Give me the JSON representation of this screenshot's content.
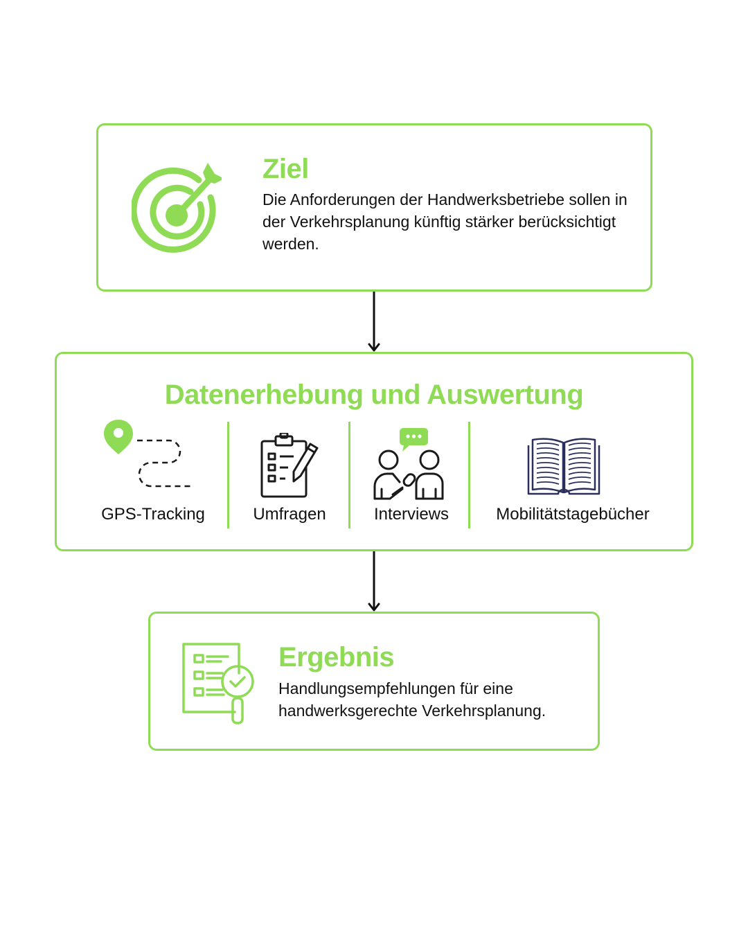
{
  "ziel": {
    "title": "Ziel",
    "text": "Die Anforderungen der Handwerksbetriebe sollen in der Verkehrsplanung künftig stärker berücksichtigt werden.",
    "icon": "target-icon"
  },
  "datenerhebung": {
    "title": "Datenerhebung und Auswertung",
    "methods": [
      {
        "label": "GPS-Tracking",
        "icon": "gps-route-icon"
      },
      {
        "label": "Umfragen",
        "icon": "clipboard-survey-icon"
      },
      {
        "label": "Interviews",
        "icon": "interview-icon"
      },
      {
        "label": "Mobilitätstagebücher",
        "icon": "open-book-icon"
      }
    ]
  },
  "ergebnis": {
    "title": "Ergebnis",
    "text": "Handlungsempfehlungen für eine handwerksgerechte Verkehrsplanung.",
    "icon": "checklist-magnifier-icon"
  },
  "colors": {
    "accent": "#8fdb56",
    "text": "#111111",
    "icon_dark": "#1a1a1a",
    "book": "#2b2f5c"
  }
}
